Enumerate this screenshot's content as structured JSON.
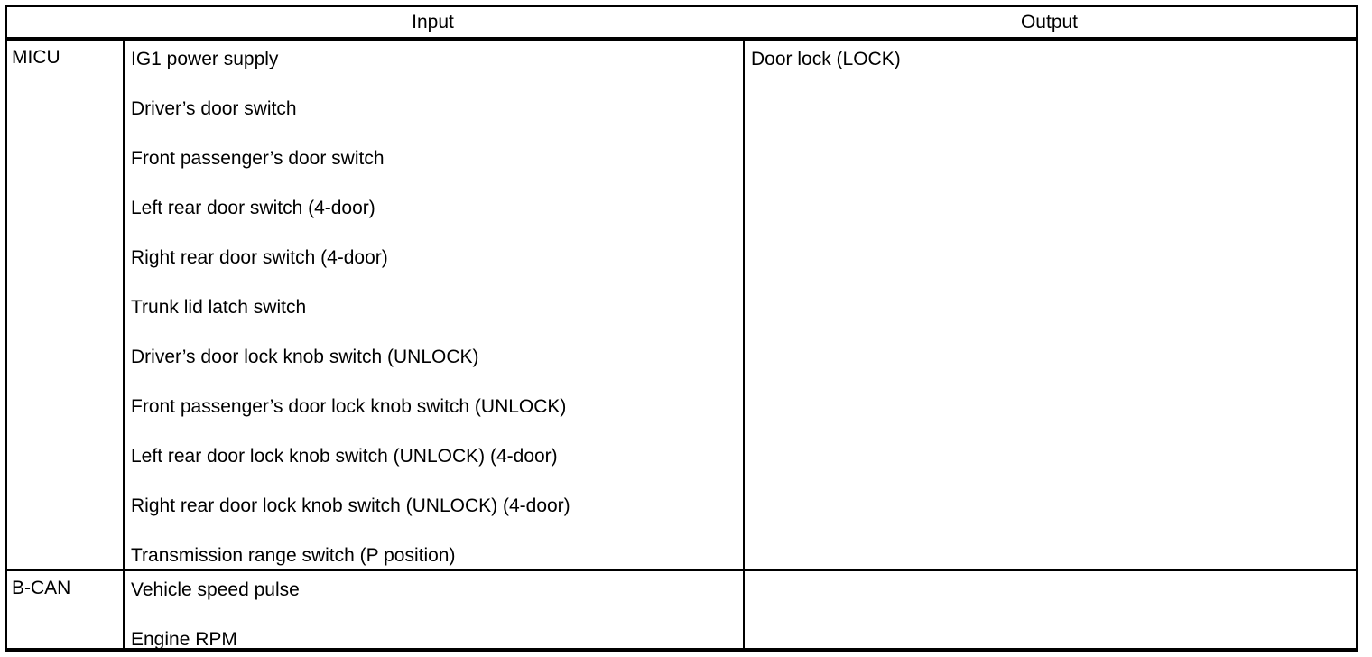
{
  "table": {
    "columns": {
      "system_header": "",
      "input_header": "Input",
      "output_header": "Output"
    },
    "rows": [
      {
        "system": "MICU",
        "inputs": [
          "IG1 power supply",
          "Driver’s door switch",
          "Front passenger’s door switch",
          "Left rear door switch (4-door)",
          "Right rear door switch (4-door)",
          "Trunk lid latch switch",
          "Driver’s door lock knob switch (UNLOCK)",
          "Front passenger’s door lock knob switch (UNLOCK)",
          "Left rear door lock knob switch (UNLOCK) (4-door)",
          "Right rear door lock knob switch (UNLOCK) (4-door)",
          "Transmission range switch (P position)"
        ],
        "outputs": [
          "Door lock (LOCK)"
        ]
      },
      {
        "system": "B-CAN",
        "inputs": [
          "Vehicle speed pulse",
          "Engine RPM"
        ],
        "outputs": []
      }
    ]
  },
  "style": {
    "text_color": "#000000",
    "background_color": "#ffffff",
    "border_color": "#000000"
  }
}
